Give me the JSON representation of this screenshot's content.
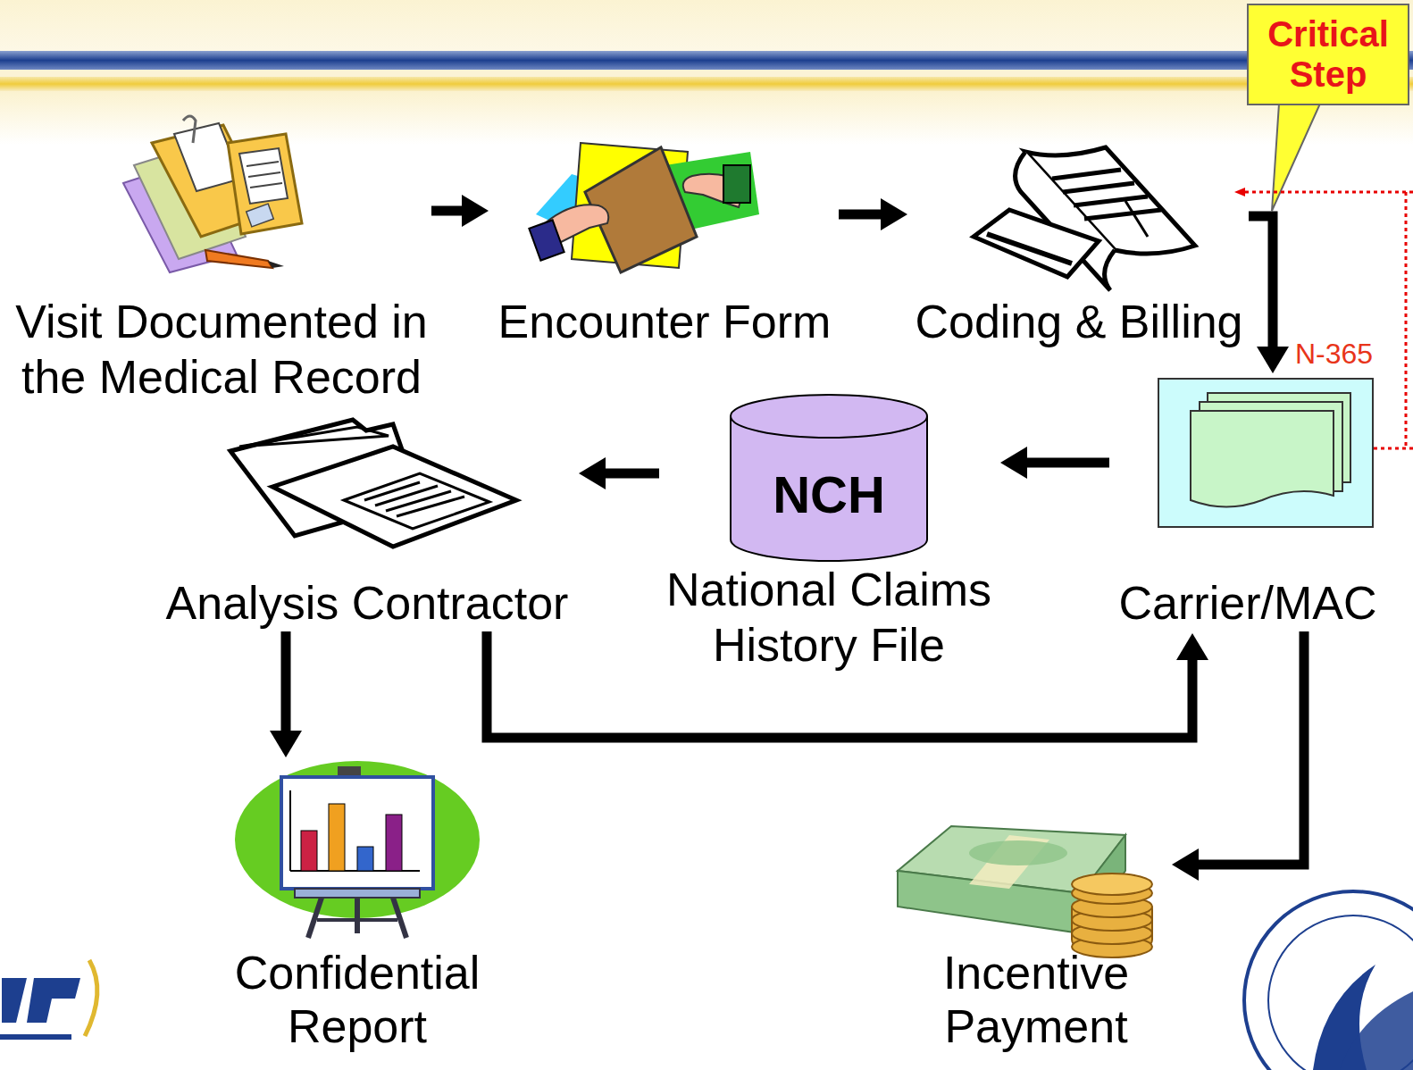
{
  "diagram": {
    "nodes": [
      {
        "text": [
          "Visit Documented in the Medical Record"
        ]
      },
      {
        "text": [
          "Encounter Form"
        ]
      },
      {
        "text": [
          "Coding & Billing"
        ]
      },
      {
        "text": [
          "Critical Step"
        ]
      },
      {
        "text": [
          "Carrier/MAC"
        ]
      },
      {
        "text": [
          "NCH",
          "National Claims History File"
        ]
      },
      {
        "text": [
          "Analysis Contractor"
        ]
      },
      {
        "text": [
          "Confidential Report"
        ]
      },
      {
        "text": [
          "Incentive Payment"
        ]
      }
    ],
    "edges": [
      {
        "from": 0,
        "to": 1,
        "arrow": "to"
      },
      {
        "from": 1,
        "to": 2,
        "arrow": "to"
      },
      {
        "from": 2,
        "to": 4,
        "arrow": "to"
      },
      {
        "from": 4,
        "to": 5,
        "arrow": "to"
      },
      {
        "from": 5,
        "to": 6,
        "arrow": "to"
      },
      {
        "from": 6,
        "to": 7,
        "arrow": "to"
      },
      {
        "from": 6,
        "to": 4,
        "arrow": "to"
      },
      {
        "from": 4,
        "to": 8,
        "arrow": "to"
      }
    ],
    "labels": [
      "N-365"
    ]
  }
}
